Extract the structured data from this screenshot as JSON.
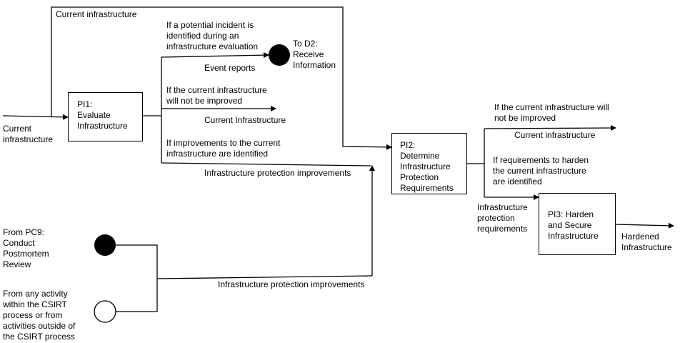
{
  "processes": {
    "pi1": "PI1:\nEvaluate\nInfrastructure",
    "pi2": "PI2:\nDetermine\nInfrastructure\nProtection\nRequirements",
    "pi3": "PI3: Harden\nand Secure\nInfrastructure"
  },
  "labels": {
    "current_infra_top": "Current infrastructure",
    "current_infra_input": "Current\ninfrastructure",
    "incident_condition": "If a potential incident is\nidentified during an\ninfrastructure evaluation",
    "event_reports": "Event reports",
    "to_d2": "To D2:\nReceive\nInformation",
    "not_improved_condition_1": "If the current infrastructure\nwill not be improved",
    "current_infra_out_1": "Current Infrastructure",
    "improvements_condition": "If improvements to the current\ninfrastructure are identified",
    "protection_improvements_1": "Infrastructure protection improvements",
    "not_improved_condition_2": "If the current infrastructure will\nnot be improved",
    "current_infra_out_2": "Current infrastructure",
    "harden_condition": "If requirements to harden\nthe current infrastructure\nare identified",
    "protection_requirements": "Infrastructure\nprotection\nrequirements",
    "hardened_infra": "Hardened\nInfrastructure",
    "from_pc9": "From PC9:\nConduct\nPostmortem\nReview",
    "from_any": "From any activity\nwithin the CSIRT\nprocess or from\nactivities outside of\nthe CSIRT process",
    "protection_improvements_2": "Infrastructure protection improvements"
  }
}
